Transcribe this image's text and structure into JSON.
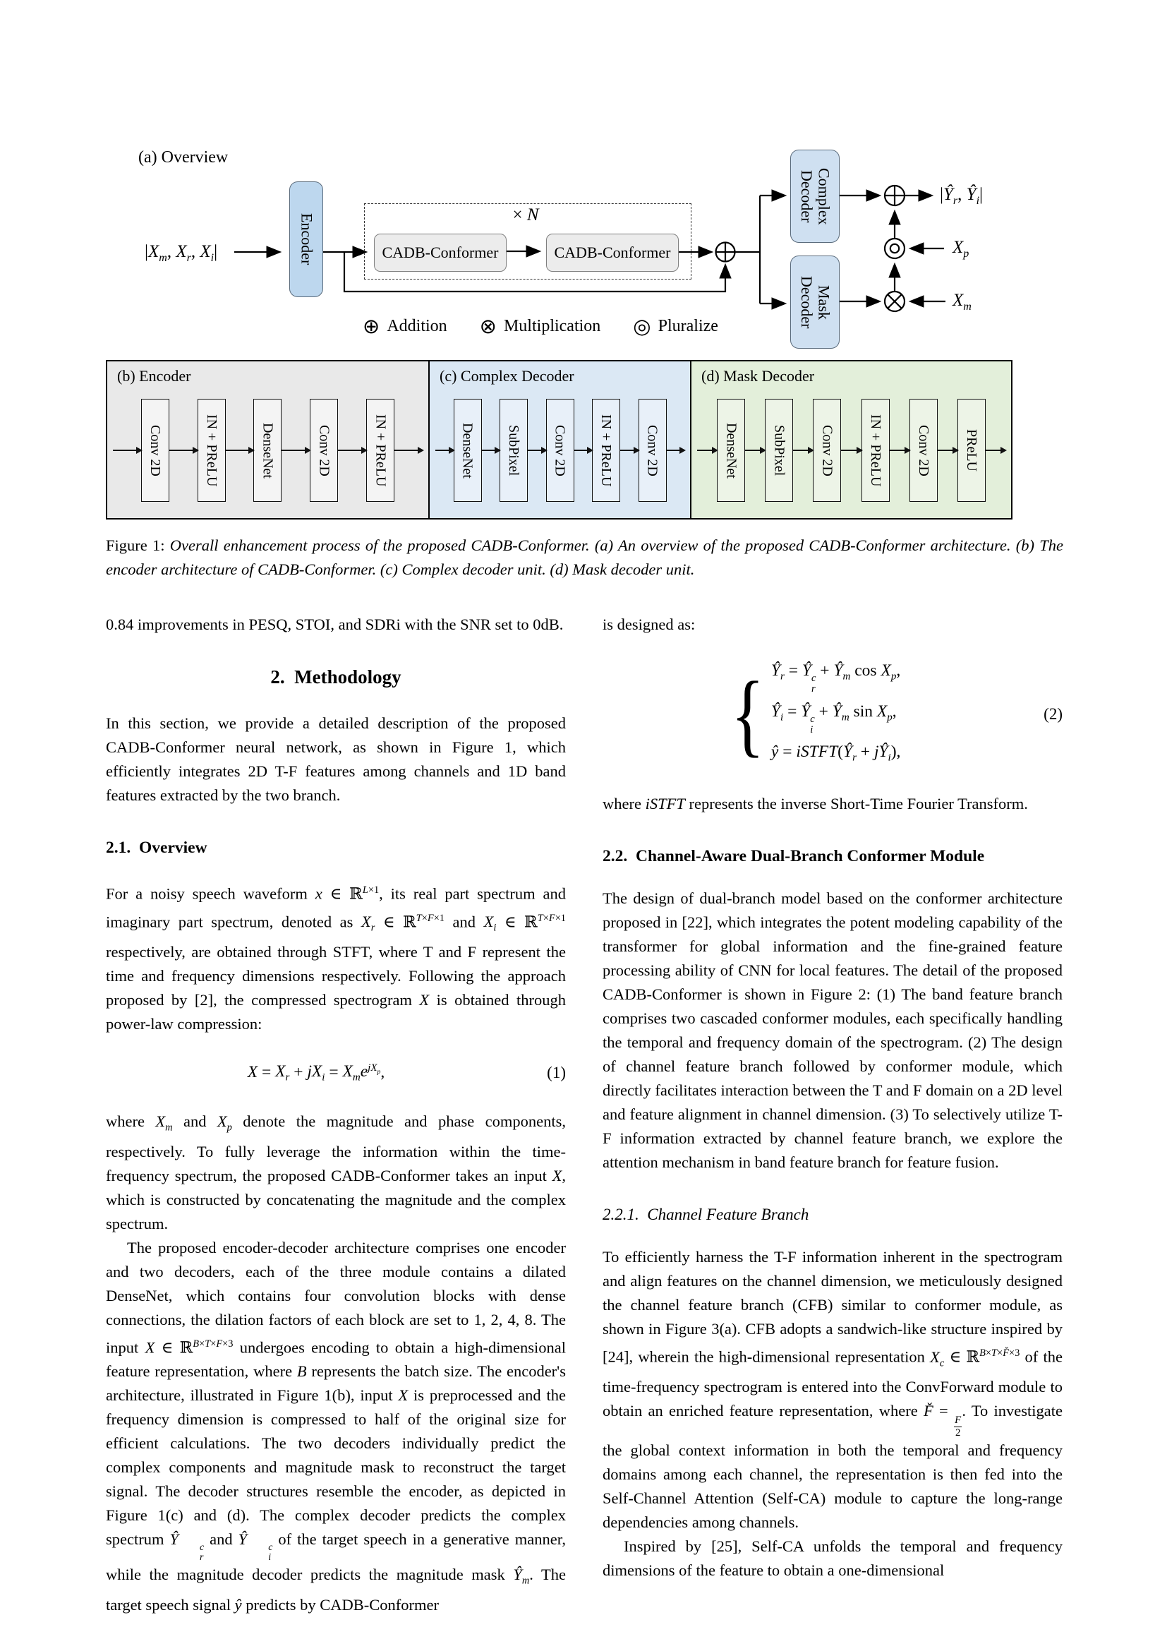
{
  "colors": {
    "encoder_box": "#bdd7ee",
    "decoder_box": "#cfe0f1",
    "conformer_box": "#ececec",
    "panel_encoder_bg": "#e9e9e9",
    "panel_complex_bg": "#dbe8f4",
    "panel_mask_bg": "#e3efda",
    "line": "#000000"
  },
  "figure": {
    "overview": {
      "label": "(a) Overview",
      "input_label": "|<i>X<sub>m</sub></i>, <i>X<sub>r</sub></i>, <i>X<sub>i</sub></i>|",
      "encoder_label": "Encoder",
      "repeat_label": "× <i>N</i>",
      "conformer1_label": "CADB-Conformer",
      "conformer2_label": "CADB-Conformer",
      "complex_decoder_label": "Complex<br>Decoder",
      "mask_decoder_label": "Mask<br>Decoder",
      "output_label": "|<i>Ŷ<sub>r</sub></i>, <i>Ŷ<sub>i</sub></i>|",
      "phase_label": "<i>X<sub>p</sub></i>",
      "magnitude_label": "<i>X<sub>m</sub></i>",
      "legend": [
        {
          "symbol": "⊕",
          "label": "Addition"
        },
        {
          "symbol": "⊗",
          "label": "Multiplication"
        },
        {
          "symbol": "◎",
          "label": "Pluralize"
        }
      ]
    },
    "panels": [
      {
        "title": "(b) Encoder",
        "blocks": [
          "Conv 2D",
          "IN + PReLU",
          "DenseNet",
          "Conv 2D",
          "IN + PReLU"
        ]
      },
      {
        "title": "(c) Complex Decoder",
        "blocks": [
          "DenseNet",
          "SubPixel",
          "Conv 2D",
          "IN + PReLU",
          "Conv 2D"
        ]
      },
      {
        "title": "(d) Mask Decoder",
        "blocks": [
          "DenseNet",
          "SubPixel",
          "Conv 2D",
          "IN + PReLU",
          "Conv 2D",
          "PReLU"
        ]
      }
    ],
    "caption_prefix": "Figure 1:",
    "caption_body": "Overall enhancement process of the proposed CADB-Conformer. (a) An overview of the proposed CADB-Conformer architecture. (b) The encoder architecture of CADB-Conformer. (c) Complex decoder unit. (d) Mask decoder unit."
  },
  "article": {
    "left": {
      "intro_tail": "0.84 improvements in PESQ, STOI, and SDRi with the SNR set to 0dB.",
      "section_heading": "2.  Methodology",
      "methodology_para": "In this section, we provide a detailed description of the proposed CADB-Conformer neural network, as shown in Figure 1, which efficiently integrates 2D T-F features among channels and 1D band features extracted by the two branch.",
      "overview_heading": "2.1.  Overview",
      "overview_para1": "For a noisy speech waveform <i>x</i> ∈ ℝ<sup><i>L</i>×1</sup>, its real part spectrum and imaginary part spectrum, denoted as <i>X<sub>r</sub></i> ∈ ℝ<sup><i>T</i>×<i>F</i>×1</sup> and <i>X<sub>i</sub></i> ∈ ℝ<sup><i>T</i>×<i>F</i>×1</sup> respectively, are obtained through STFT, where T and F represent the time and frequency dimensions respectively. Following the approach proposed by [2], the compressed spectrogram <i>X</i> is obtained through power-law compression:",
      "eq1_body": "<i>X</i> = <i>X<sub>r</sub></i> + <i>jX<sub>i</sub></i> = <i>X<sub>m</sub>e</i><sup><i>jX<sub>p</sub></i></sup>,",
      "eq1_number": "(1)",
      "overview_para2": "where <i>X<sub>m</sub></i> and <i>X<sub>p</sub></i> denote the magnitude and phase components, respectively. To fully leverage the information within the time-frequency spectrum, the proposed CADB-Conformer takes an input <i>X</i>, which is constructed by concatenating the magnitude and the complex spectrum.",
      "overview_para3": "The proposed encoder-decoder architecture comprises one encoder and two decoders, each of the three module contains a dilated DenseNet, which contains four convolution blocks with dense connections, the dilation factors of each block are set to 1, 2, 4, 8. The input <i>X</i> ∈ ℝ<sup><i>B</i>×<i>T</i>×<i>F</i>×3</sup> undergoes encoding to obtain a high-dimensional feature representation, where <i>B</i> represents the batch size. The encoder's architecture, illustrated in Figure 1(b), input <i>X</i> is preprocessed and the frequency dimension is compressed to half of the original size for efficient calculations. The two decoders individually predict the complex components and magnitude mask to reconstruct the target signal. The decoder structures resemble the encoder, as depicted in Figure 1(c) and (d). The complex decoder predicts the complex spectrum <i>Ŷ</i><span class='ss'><span><i>c</i></span><span><i>r</i></span></span> and <i>Ŷ</i><span class='ss'><span><i>c</i></span><span><i>i</i></span></span> of the target speech in a generative manner, while the magnitude decoder predicts the magnitude mask <i>Ŷ<sub>m</sub></i>. The target speech signal <i>ŷ</i> predicts by CADB-Conformer"
    },
    "right": {
      "designed_as": "is designed as:",
      "eq2_line1": "<i>Ŷ<sub>r</sub></i> = <i>Ŷ</i><span class='ss'><span><i>c</i></span><span><i>r</i></span></span> + <i>Ŷ<sub>m</sub></i> cos <i>X<sub>p</sub></i>,",
      "eq2_line2": "<i>Ŷ<sub>i</sub></i> = <i>Ŷ</i><span class='ss'><span><i>c</i></span><span><i>i</i></span></span> + <i>Ŷ<sub>m</sub></i> sin <i>X<sub>p</sub></i>,",
      "eq2_line3": "<i>ŷ</i> = <i>iSTFT</i>(<i>Ŷ<sub>r</sub></i> + <i>jŶ<sub>i</sub></i>),",
      "eq2_number": "(2)",
      "istft_para": "where <i>iSTFT</i> represents the inverse Short-Time Fourier Transform.",
      "cadb_heading": "2.2.  Channel-Aware Dual-Branch Conformer Module",
      "cadb_para": "The design of dual-branch model based on the conformer architecture proposed in [22], which integrates the potent modeling capability of the transformer for global information and the fine-grained feature processing ability of CNN for local features. The detail of the proposed CADB-Conformer is shown in Figure 2: (1) The band feature branch comprises two cascaded conformer modules, each specifically handling the temporal and frequency domain of the spectrogram. (2) The design of channel feature branch followed by conformer module, which directly facilitates interaction between the T and F domain on a 2D level and feature alignment in channel dimension. (3) To selectively utilize T-F information extracted by channel feature branch, we explore the attention mechanism in band feature branch for feature fusion.",
      "cfb_heading": "2.2.1.  Channel Feature Branch",
      "cfb_para": "To efficiently harness the T-F information inherent in the spectrogram and align features on the channel dimension, we meticulously designed the channel feature branch (CFB) similar to conformer module, as shown in Figure 3(a). CFB adopts a sandwich-like structure inspired by [24], wherein the high-dimensional representation <i>X<sub>c</sub></i> ∈ ℝ<sup><i>B</i>×<i>T</i>×<i>F̌</i>×3</sup> of the time-frequency spectrogram is entered into the ConvForward module to obtain an enriched feature representation, where <i>F̌</i> = <span class='frac'><span><i>F</i></span><span>2</span></span>. To investigate the global context information in both the temporal and frequency domains among each channel, the representation is then fed into the Self-Channel Attention (Self-CA) module to capture the long-range dependencies among channels.",
      "inspired_para": "Inspired by [25], Self-CA unfolds the temporal and frequency dimensions of the feature to obtain a one-dimensional"
    }
  }
}
